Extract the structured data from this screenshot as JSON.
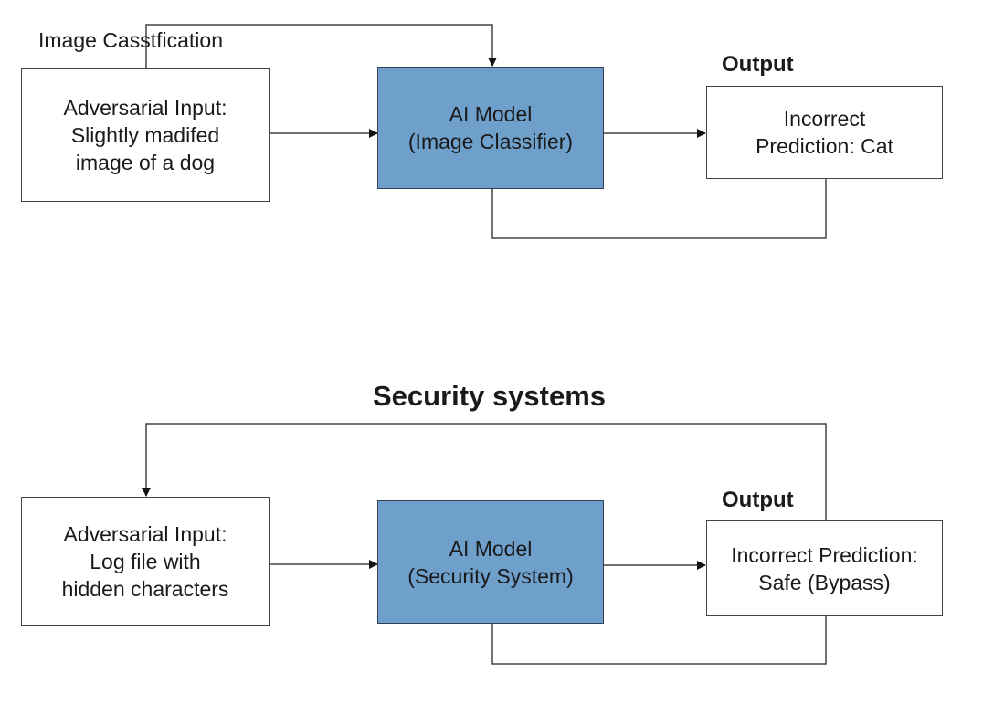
{
  "diagrams": [
    {
      "title": "Image Casstfication",
      "input": "Adversarial Input:\nSlightly madifed\nimage of a dog",
      "model": "AI Model\n(Image Classifier)",
      "output_label": "Output",
      "output": "Incorrect\nPrediction: Cat"
    },
    {
      "title": "Security systems",
      "input": "Adversarial Input:\nLog file with\nhidden characters",
      "model": "AI Model\n(Security System)",
      "output_label": "Output",
      "output": "Incorrect Prediction:\nSafe (Bypass)"
    }
  ],
  "colors": {
    "model_fill": "#6f9fcb",
    "stroke": "#444444"
  }
}
